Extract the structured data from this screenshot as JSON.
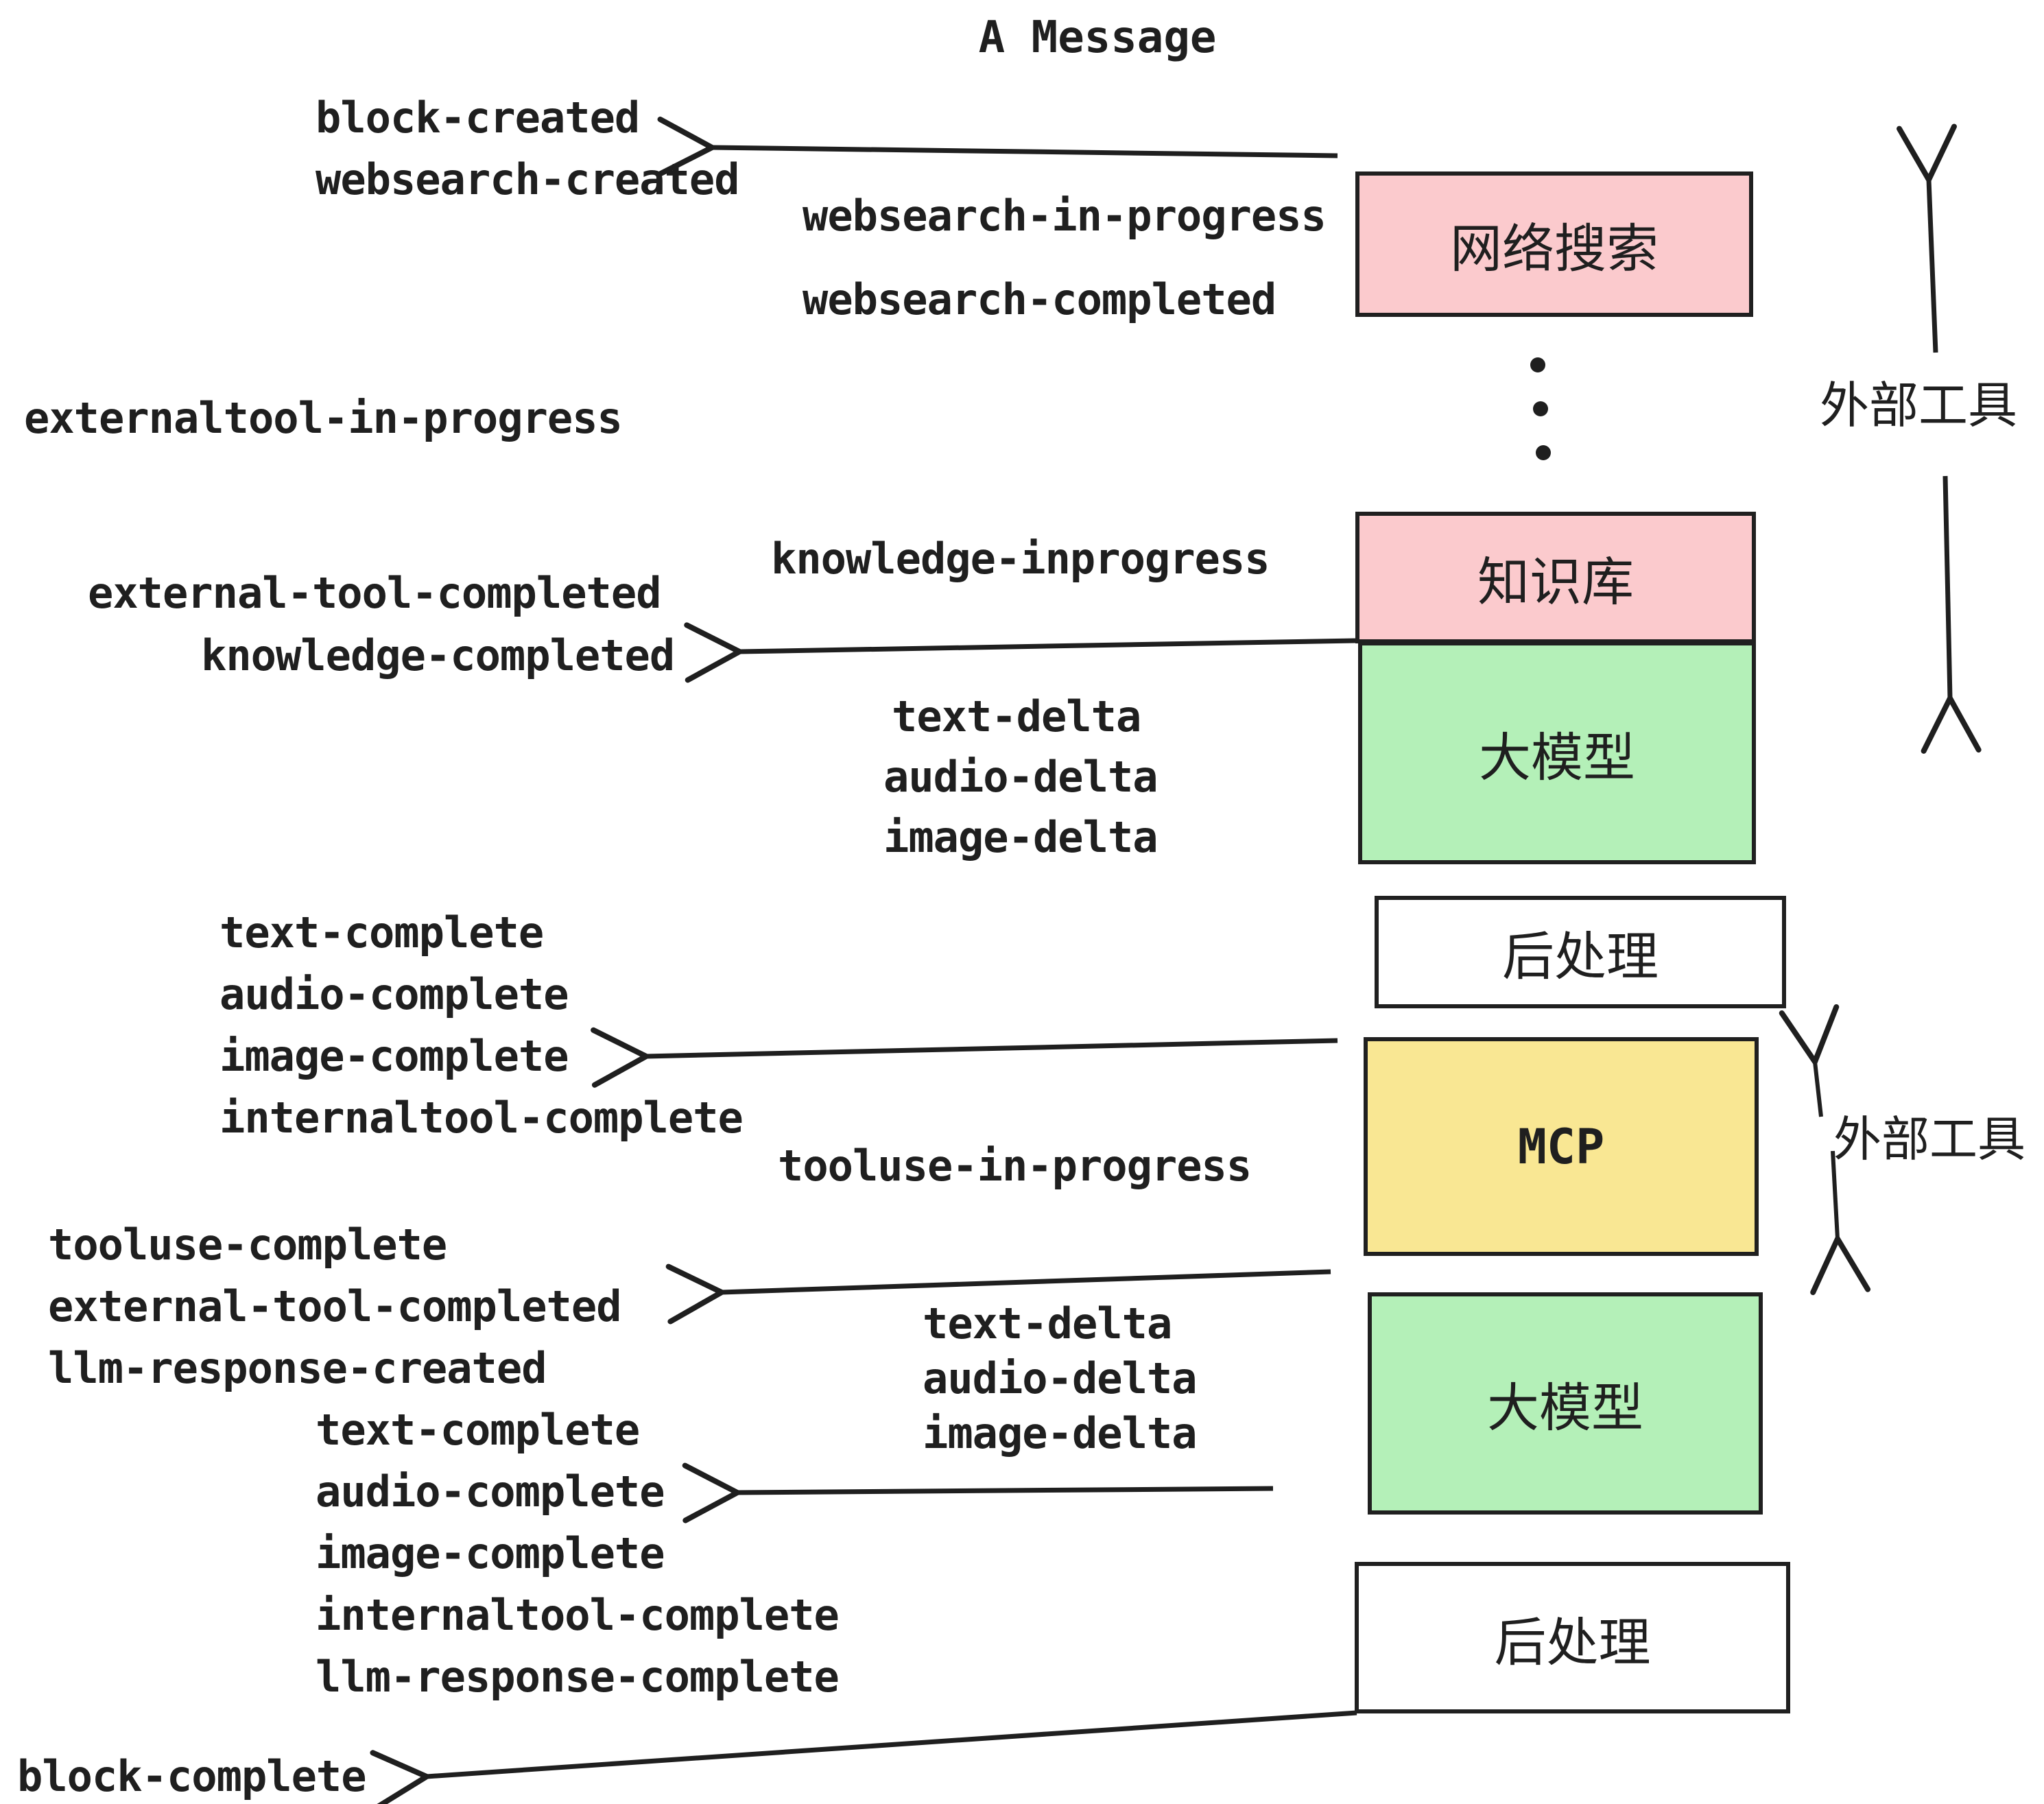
{
  "title": "A Message",
  "boxes": {
    "websearch": {
      "label": "网络搜索"
    },
    "knowledge": {
      "label": "知识库"
    },
    "llm1": {
      "label": "大模型"
    },
    "post1": {
      "label": "后处理"
    },
    "mcp": {
      "label": "MCP"
    },
    "llm2": {
      "label": "大模型"
    },
    "post2": {
      "label": "后处理"
    }
  },
  "annotations": {
    "external_tools_1": "外部工具",
    "external_tools_2": "外部工具"
  },
  "events": {
    "block_created": "block-created",
    "websearch_created": "websearch-created",
    "websearch_in_progress": "websearch-in-progress",
    "websearch_completed": "websearch-completed",
    "externaltool_in_progress": "externaltool-in-progress",
    "knowledge_inprogress": "knowledge-inprogress",
    "external_tool_completed_1": "external-tool-completed",
    "knowledge_completed": "knowledge-completed",
    "text_delta_1": "text-delta",
    "audio_delta_1": "audio-delta",
    "image_delta_1": "image-delta",
    "text_complete_1": "text-complete",
    "audio_complete_1": "audio-complete",
    "image_complete_1": "image-complete",
    "internaltool_complete_1": "internaltool-complete",
    "tooluse_in_progress": "tooluse-in-progress",
    "tooluse_complete": "tooluse-complete",
    "external_tool_completed_2": "external-tool-completed",
    "llm_response_created": "llm-response-created",
    "text_delta_2": "text-delta",
    "audio_delta_2": "audio-delta",
    "image_delta_2": "image-delta",
    "text_complete_2": "text-complete",
    "audio_complete_2": "audio-complete",
    "image_complete_2": "image-complete",
    "internaltool_complete_2": "internaltool-complete",
    "llm_response_complete": "llm-response-complete",
    "block_complete": "block-complete"
  },
  "colors": {
    "box_pink": "#fbcacd",
    "box_green": "#b4f0b8",
    "box_yellow": "#f9e793",
    "box_white": "#ffffff",
    "ink": "#1f1f1f"
  }
}
